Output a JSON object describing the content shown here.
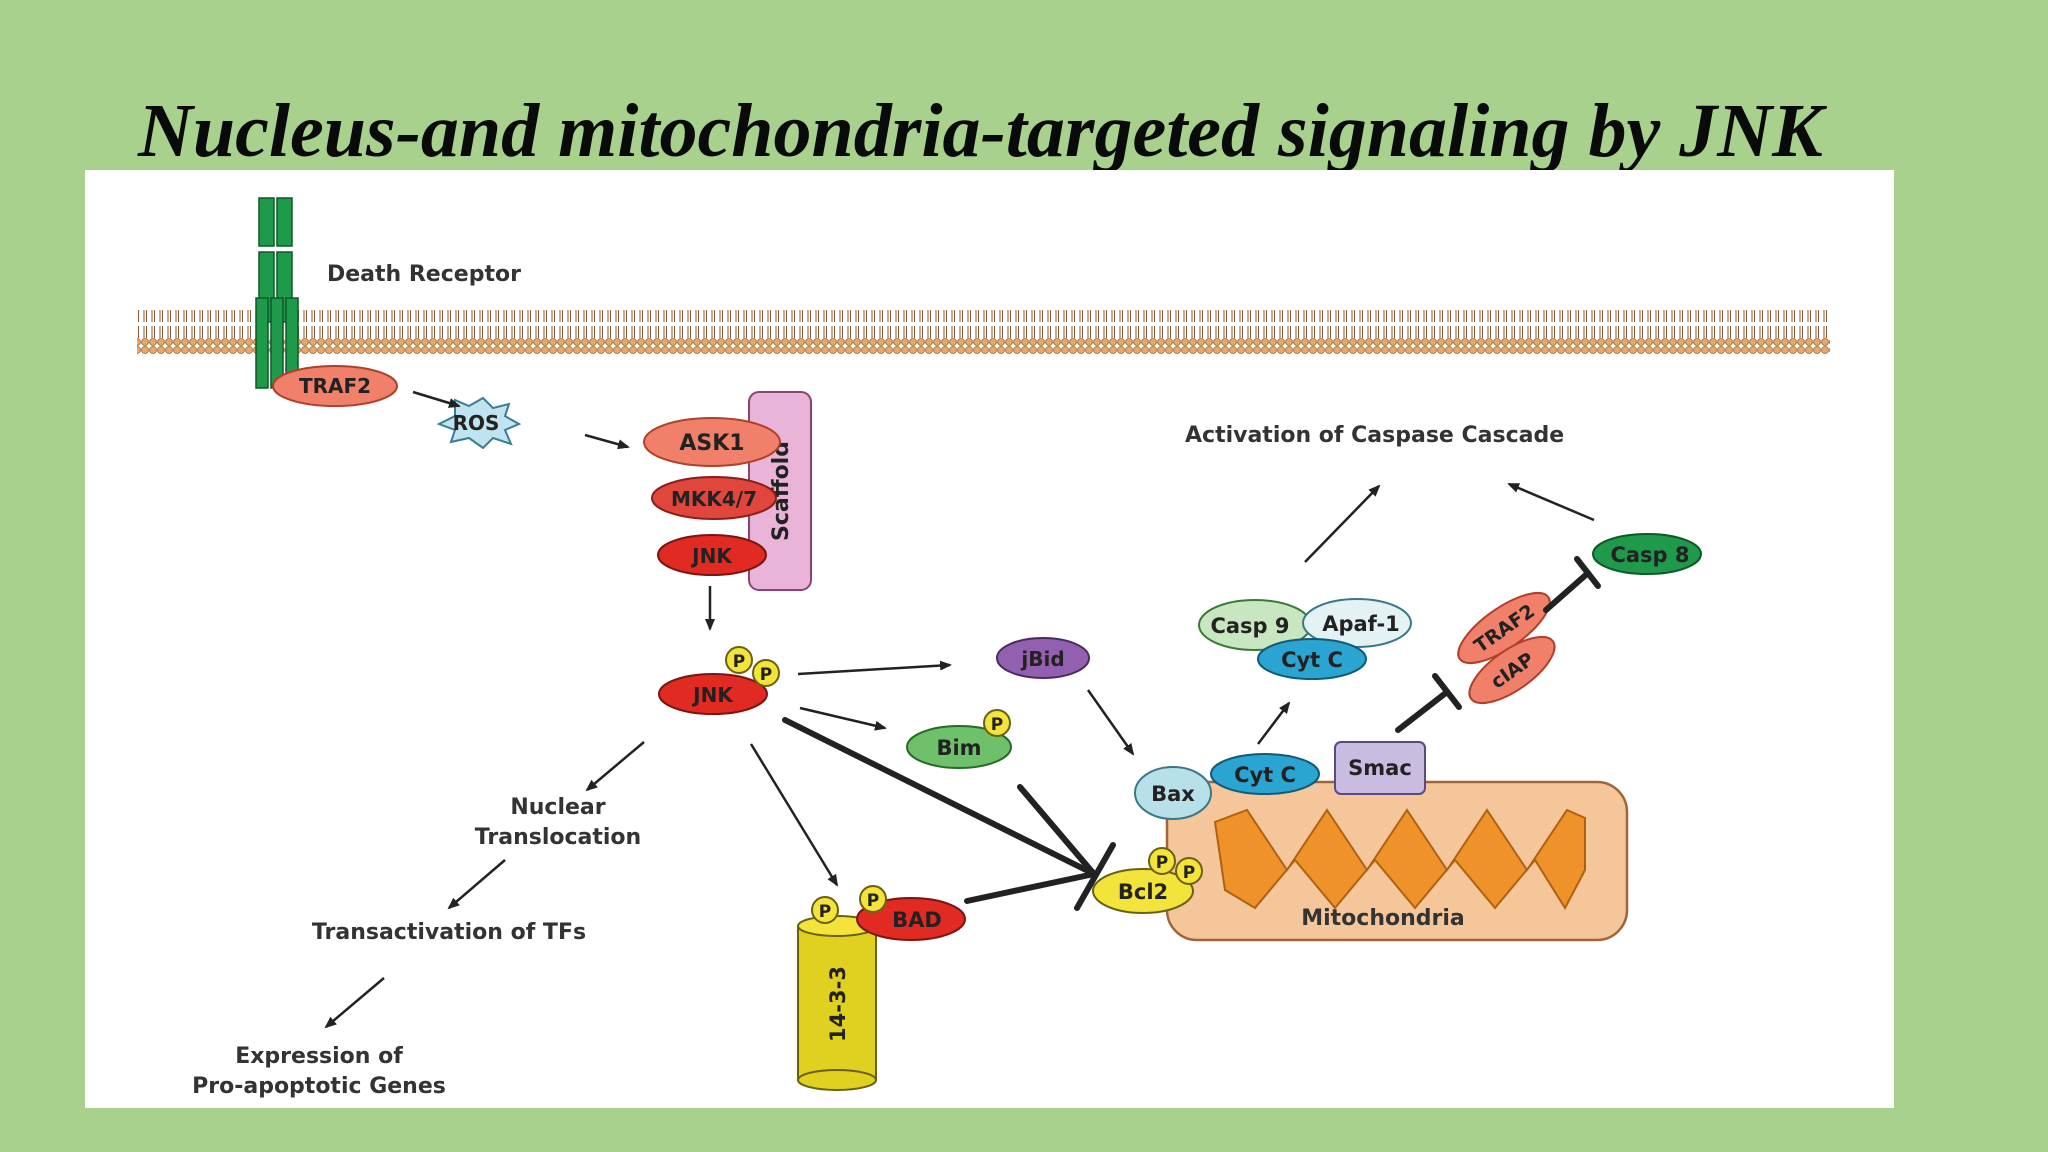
{
  "slide": {
    "title": "Nucleus-and mitochondria-targeted signaling by JNK"
  },
  "diagram": {
    "labels": {
      "death_receptor": "Death Receptor",
      "caspase_cascade": "Activation of Caspase Cascade",
      "nuclear_translocation_1": "Nuclear",
      "nuclear_translocation_2": "Translocation",
      "transactivation": "Transactivation of TFs",
      "expression_1": "Expression of",
      "expression_2": "Pro-apoptotic Genes",
      "mitochondria": "Mitochondria"
    },
    "nodes": {
      "traf2_top": "TRAF2",
      "ros": "ROS",
      "ask1": "ASK1",
      "mkk47": "MKK4/7",
      "jnk_top": "JNK",
      "scaffold": "Scaffold",
      "jnk_p": "JNK",
      "jbid": "jBid",
      "bim": "Bim",
      "bax": "Bax",
      "cytc_mito": "Cyt C",
      "smac": "Smac",
      "bcl2": "Bcl2",
      "bad": "BAD",
      "protein_1433": "14-3-3",
      "casp9": "Casp 9",
      "apaf1": "Apaf-1",
      "cytc_apo": "Cyt C",
      "traf2_ciap": "TRAF2",
      "ciap": "cIAP",
      "casp8": "Casp 8",
      "phospho": "P"
    }
  }
}
